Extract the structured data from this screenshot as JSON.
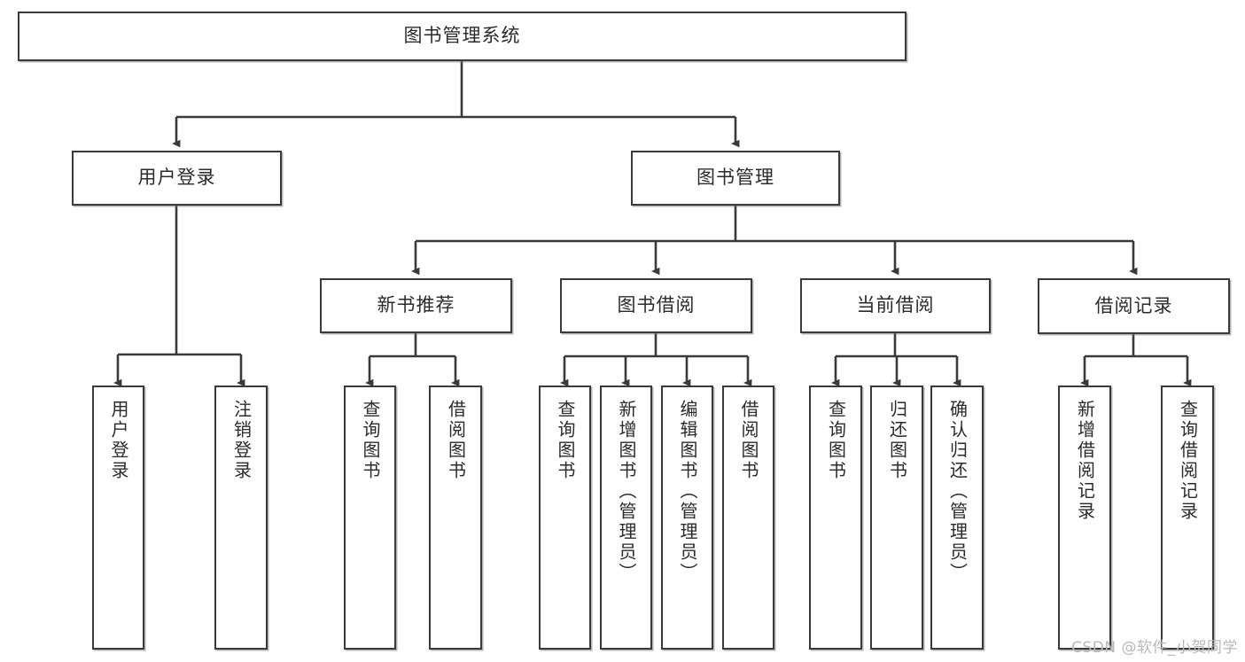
{
  "diagram": {
    "title": "图书管理系统",
    "watermark": "CSDN @软件_小贺同学",
    "levels": {
      "root": {
        "label": "图书管理系统"
      },
      "level2": [
        {
          "id": "user-login",
          "label": "用户登录"
        },
        {
          "id": "book-manage",
          "label": "图书管理"
        }
      ],
      "level3": [
        {
          "id": "new-book-recommend",
          "label": "新书推荐"
        },
        {
          "id": "book-borrow",
          "label": "图书借阅"
        },
        {
          "id": "current-borrow",
          "label": "当前借阅"
        },
        {
          "id": "borrow-record",
          "label": "借阅记录"
        }
      ],
      "leaves": [
        {
          "id": "leaf-user-login",
          "label": "用户登录",
          "parent": "user-login"
        },
        {
          "id": "leaf-logout-login",
          "label": "注销登录",
          "parent": "user-login"
        },
        {
          "id": "leaf-query-book-1",
          "label": "查询图书",
          "parent": "new-book-recommend"
        },
        {
          "id": "leaf-borrow-book-1",
          "label": "借阅图书",
          "parent": "new-book-recommend"
        },
        {
          "id": "leaf-query-book-2",
          "label": "查询图书",
          "parent": "book-borrow"
        },
        {
          "id": "leaf-add-book",
          "label": "新增图书（管理员）",
          "parent": "book-borrow"
        },
        {
          "id": "leaf-edit-book",
          "label": "编辑图书（管理员）",
          "parent": "book-borrow"
        },
        {
          "id": "leaf-borrow-book-2",
          "label": "借阅图书",
          "parent": "book-borrow"
        },
        {
          "id": "leaf-query-book-3",
          "label": "查询图书",
          "parent": "current-borrow"
        },
        {
          "id": "leaf-return-book",
          "label": "归还图书",
          "parent": "current-borrow"
        },
        {
          "id": "leaf-confirm-return",
          "label": "确认归还（管理员）",
          "parent": "current-borrow"
        },
        {
          "id": "leaf-add-record",
          "label": "新增借阅记录",
          "parent": "borrow-record"
        },
        {
          "id": "leaf-query-record",
          "label": "查询借阅记录",
          "parent": "borrow-record"
        }
      ]
    },
    "colors": {
      "stroke": "#3a3a3a",
      "background": "#ffffff",
      "text": "#2b2b2b",
      "watermark": "#b9b9b9"
    }
  }
}
